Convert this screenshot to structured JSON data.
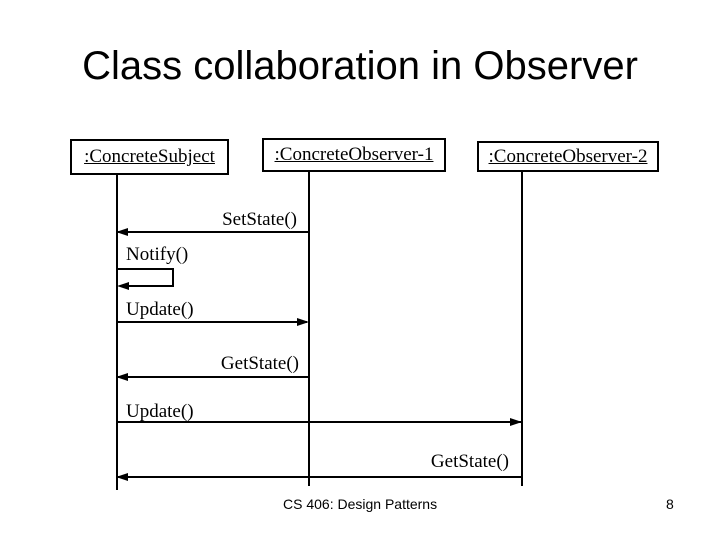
{
  "slide": {
    "title": "Class collaboration in Observer",
    "footer": {
      "course": "CS 406: Design Patterns",
      "page_number": "8"
    }
  },
  "diagram": {
    "type": "sequence-diagram",
    "objects": [
      {
        "label": ":ConcreteSubject"
      },
      {
        "label": ":ConcreteObserver-1"
      },
      {
        "label": ":ConcreteObserver-2"
      }
    ],
    "messages": [
      {
        "label": "SetState()",
        "from": ":ConcreteObserver-1",
        "to": ":ConcreteSubject",
        "direction": "left"
      },
      {
        "label": "Notify()",
        "from": ":ConcreteSubject",
        "to": ":ConcreteSubject",
        "direction": "self"
      },
      {
        "label": "Update()",
        "from": ":ConcreteSubject",
        "to": ":ConcreteObserver-1",
        "direction": "right"
      },
      {
        "label": "GetState()",
        "from": ":ConcreteObserver-1",
        "to": ":ConcreteSubject",
        "direction": "left"
      },
      {
        "label": "Update()",
        "from": ":ConcreteSubject",
        "to": ":ConcreteObserver-2",
        "direction": "right"
      },
      {
        "label": "GetState()",
        "from": ":ConcreteObserver-2",
        "to": ":ConcreteSubject",
        "direction": "left"
      }
    ],
    "colors": {
      "line": "#000000",
      "text": "#000000",
      "background": "#ffffff"
    }
  }
}
